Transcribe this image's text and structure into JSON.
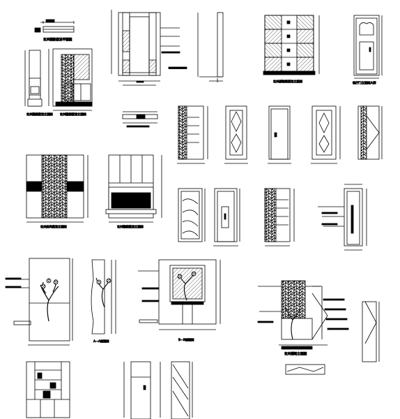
{
  "colors": {
    "ink": "#000000",
    "paper": "#ffffff",
    "hatch_fill": "#1a1a1a"
  },
  "titles": {
    "shoe_cabinet_plan": "玄关鞋柜做法平面图",
    "shoe_cabinet_side": "玄关鞋柜做法立面图",
    "shoe_cabinet_front": "玄关鞋柜做法立面图",
    "wardrobe_front": "玄关储物柜做法立面图",
    "door_elevation": "餐厅门立面图大样",
    "screen_front": "玄关屏风做法立面图",
    "cabinet_front": "玄关鞋柜做法立面图",
    "section_a": "A—A剖面图",
    "section_a2": "A—A剖面图",
    "section_b": "B—B剖面图",
    "entry_elevation": "玄关隔断立面图"
  },
  "icons": [
    "zig-zag-break-icon"
  ]
}
